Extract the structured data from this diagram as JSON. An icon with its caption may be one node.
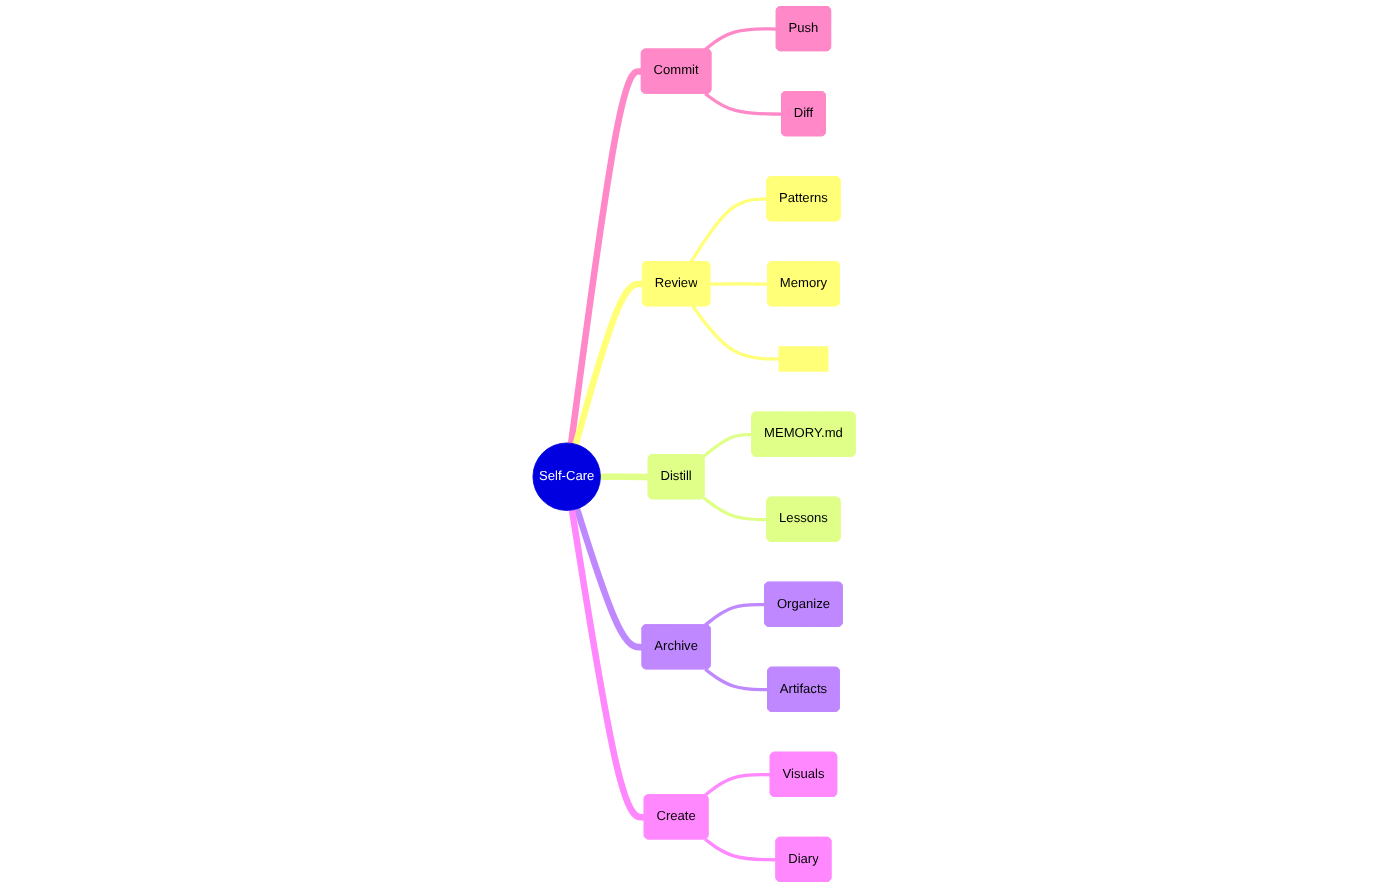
{
  "diagram": {
    "nodes": [
      {
        "text": [
          "Self-Care"
        ]
      },
      {
        "text": [
          "Commit"
        ]
      },
      {
        "text": [
          "Push"
        ]
      },
      {
        "text": [
          "Diff"
        ]
      },
      {
        "text": [
          "Review"
        ]
      },
      {
        "text": [
          "Patterns"
        ]
      },
      {
        "text": [
          "Memory"
        ]
      },
      {
        "text": [],
        "shape": "box"
      },
      {
        "text": [
          "Distill"
        ]
      },
      {
        "text": [
          "MEMORY.md"
        ]
      },
      {
        "text": [
          "Lessons"
        ]
      },
      {
        "text": [
          "Archive"
        ]
      },
      {
        "text": [
          "Organize"
        ]
      },
      {
        "text": [
          "Artifacts"
        ]
      },
      {
        "text": [
          "Create"
        ]
      },
      {
        "text": [
          "Visuals"
        ]
      },
      {
        "text": [
          "Diary"
        ]
      }
    ],
    "edges": [
      {
        "from": 0,
        "to": 1,
        "arrow": "none",
        "style": "thick",
        "color": "#ff88c8"
      },
      {
        "from": 1,
        "to": 2,
        "arrow": "none",
        "color": "#ff88c8"
      },
      {
        "from": 1,
        "to": 3,
        "arrow": "none",
        "color": "#ff88c8"
      },
      {
        "from": 0,
        "to": 4,
        "arrow": "none",
        "style": "thick",
        "color": "#ffff78"
      },
      {
        "from": 4,
        "to": 5,
        "arrow": "none",
        "color": "#ffff78"
      },
      {
        "from": 4,
        "to": 6,
        "arrow": "none",
        "color": "#ffff78"
      },
      {
        "from": 4,
        "to": 7,
        "arrow": "none",
        "color": "#ffff78"
      },
      {
        "from": 0,
        "to": 8,
        "arrow": "none",
        "style": "thick",
        "color": "#dfff88"
      },
      {
        "from": 8,
        "to": 9,
        "arrow": "none",
        "color": "#dfff88"
      },
      {
        "from": 8,
        "to": 10,
        "arrow": "none",
        "color": "#dfff88"
      },
      {
        "from": 0,
        "to": 11,
        "arrow": "none",
        "style": "thick",
        "color": "#c088ff"
      },
      {
        "from": 11,
        "to": 12,
        "arrow": "none",
        "color": "#c088ff"
      },
      {
        "from": 11,
        "to": 13,
        "arrow": "none",
        "color": "#c088ff"
      },
      {
        "from": 0,
        "to": 14,
        "arrow": "none",
        "style": "thick",
        "color": "#ff88ff"
      },
      {
        "from": 14,
        "to": 15,
        "arrow": "none",
        "color": "#ff88ff"
      },
      {
        "from": 14,
        "to": 16,
        "arrow": "none",
        "color": "#ff88ff"
      }
    ]
  }
}
